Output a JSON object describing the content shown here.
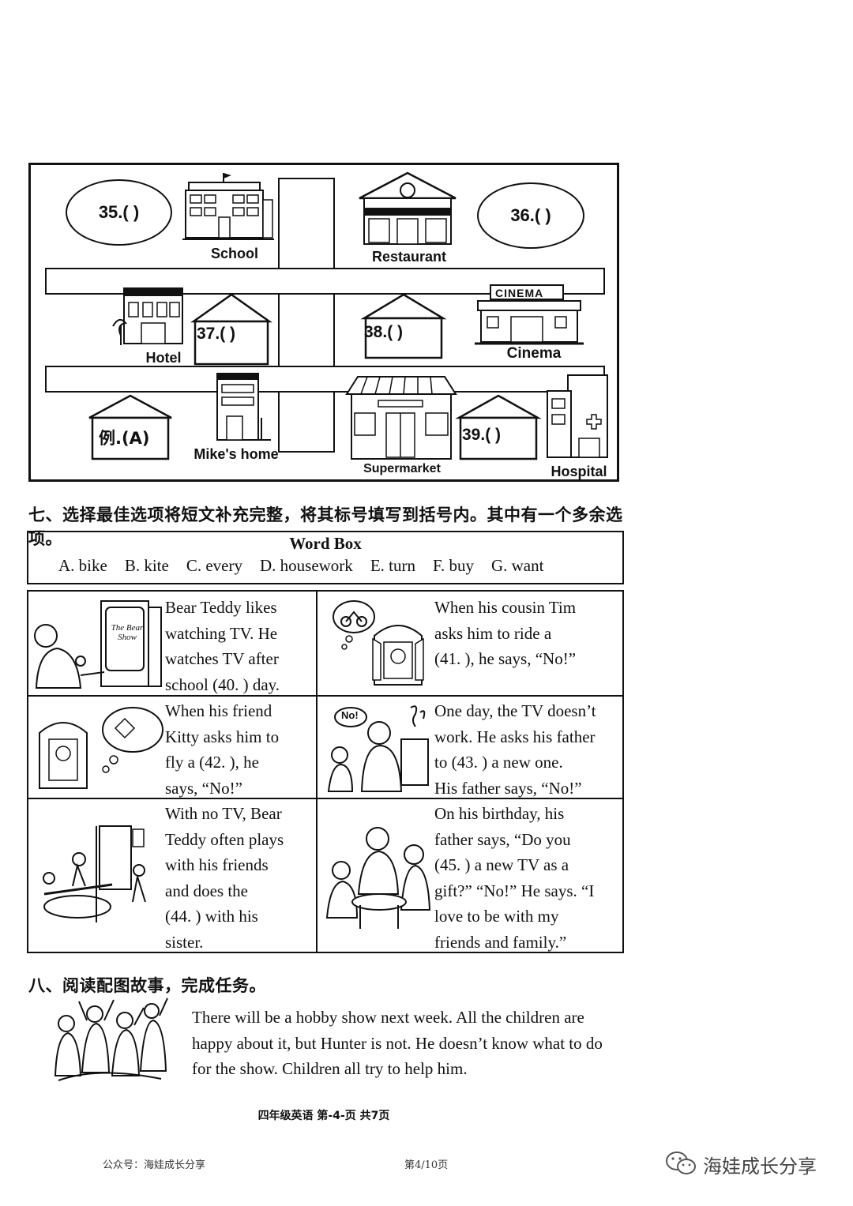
{
  "map": {
    "blanks": {
      "b35": "35.(     )",
      "b36": "36.(     )",
      "b37": "37.(     )",
      "b38": "38.(     )",
      "b39": "39.(     )",
      "example": "例.(A)"
    },
    "places": {
      "school": "School",
      "restaurant": "Restaurant",
      "hotel": "Hotel",
      "cinema": "Cinema",
      "cinema_sign": "CINEMA",
      "mikes_home": "Mike's home",
      "supermarket": "Supermarket",
      "hospital": "Hospital"
    }
  },
  "section7": {
    "heading": "七、选择最佳选项将短文补充完整，将其标号填写到括号内。其中有一个多余选项。",
    "word_box_title": "Word Box",
    "options": [
      "A. bike",
      "B. kite",
      "C. every",
      "D. housework",
      "E. turn",
      "F. buy",
      "G. want"
    ],
    "tv_sign": "The Bear Show",
    "speech_no": "No!",
    "story": {
      "p40": "Bear Teddy likes\nwatching TV. He\nwatches TV after\nschool (40.    ) day.",
      "p41": "When his cousin Tim\nasks him to ride a\n(41.    ), he says, “No!”",
      "p42": "When his friend\nKitty asks him to\nfly a (42.    ), he\nsays, “No!”",
      "p43": "One day, the TV doesn’t\nwork. He asks his father\nto (43.    ) a new one.\nHis father says, “No!”",
      "p44": "With no TV, Bear\nTeddy often plays\nwith his friends\nand does the\n(44.    ) with his\nsister.",
      "p45": "On his birthday, his\nfather says, “Do you\n(45.    ) a new TV as a\ngift?” “No!” He says. “I\nlove to be with my\nfriends and family.”"
    }
  },
  "section8": {
    "heading": "八、阅读配图故事，完成任务。",
    "text": "There will be a hobby show next week. All the children are happy about it, but Hunter is not. He doesn’t know what to do for the show. Children all try to help him."
  },
  "footer": {
    "page": "四年级英语   第-4-页   共7页",
    "left": "公众号：海娃成长分享",
    "center": "第4/10页",
    "right": "海娃成长分享"
  }
}
